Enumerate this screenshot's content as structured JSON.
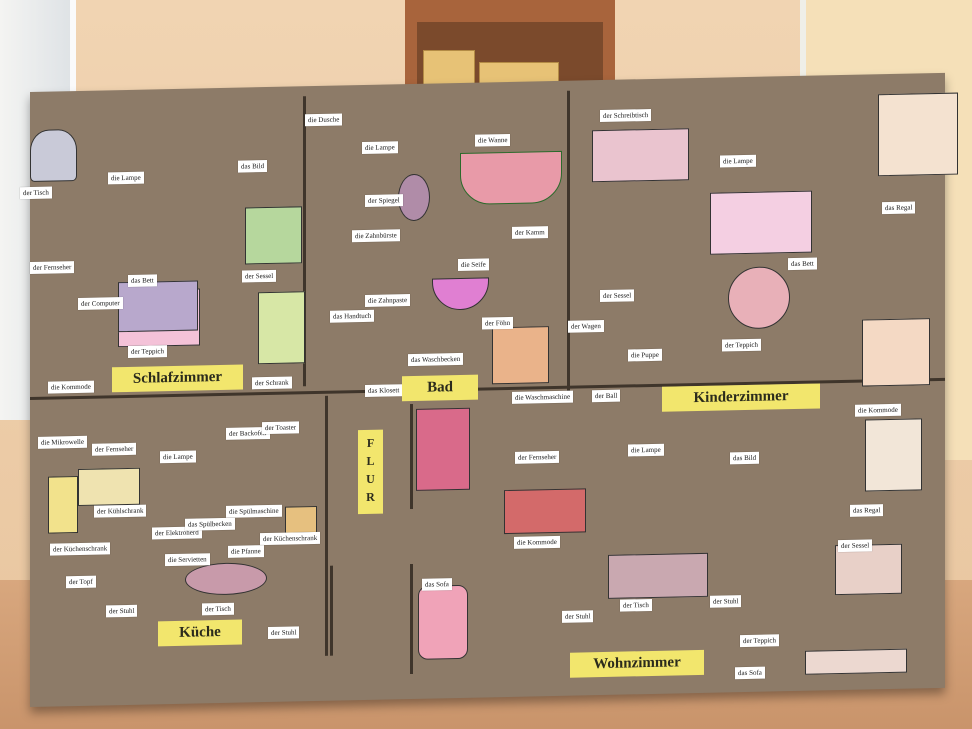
{
  "rooms": {
    "schlafzimmer": "Schlafzimmer",
    "bad": "Bad",
    "kinderzimmer": "Kinderzimmer",
    "kueche": "Küche",
    "flur": "FLUR",
    "wohnzimmer": "Wohnzimmer"
  },
  "labels": {
    "schlafzimmer": [
      "der Tisch",
      "die Lampe",
      "das Bild",
      "der Fernseher",
      "das Bett",
      "der Sessel",
      "der Computer",
      "der Teppich",
      "der Schrank",
      "die Kommode"
    ],
    "bad": [
      "die Dusche",
      "die Lampe",
      "die Wanne",
      "der Spiegel",
      "die Zahnbürste",
      "der Kamm",
      "die Seife",
      "die Zahnpaste",
      "das Handtuch",
      "der Föhn",
      "das Waschbecken",
      "das Klosett",
      "die Waschmaschine"
    ],
    "kinderzimmer": [
      "der Schreibtisch",
      "die Lampe",
      "das Regal",
      "das Bett",
      "der Sessel",
      "der Wagen",
      "der Teppich",
      "die Puppe",
      "der Ball",
      "die Kommode"
    ],
    "kueche": [
      "die Mikrowelle",
      "der Fernseher",
      "die Lampe",
      "der Backofen",
      "der Toaster",
      "der Kühlschrank",
      "der Küchenschrank",
      "die Spülmaschine",
      "der Elektroherd",
      "das Spülbecken",
      "der Küchenschrank",
      "die Servietten",
      "die Pfanne",
      "der Topf",
      "der Stuhl",
      "der Tisch",
      "der Stuhl"
    ],
    "wohnzimmer": [
      "der Fernseher",
      "die Lampe",
      "das Bild",
      "die Kommode",
      "das Regal",
      "der Sessel",
      "das Sofa",
      "der Stuhl",
      "der Tisch",
      "der Stuhl",
      "der Teppich",
      "das Sofa"
    ]
  }
}
